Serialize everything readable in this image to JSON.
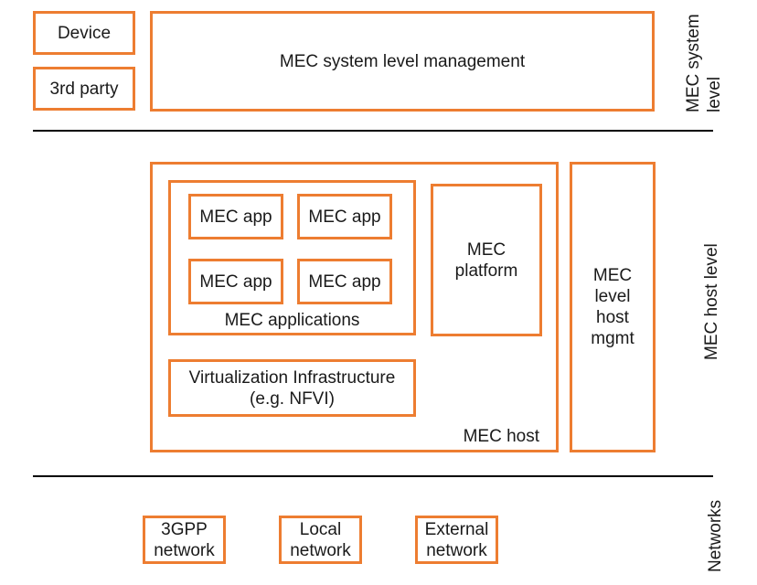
{
  "colors": {
    "accent": "#ED7D31",
    "divider": "#000000",
    "text": "#1A1A1A"
  },
  "system_level": {
    "device_label": "Device",
    "third_party_label": "3rd party",
    "management_label": "MEC system level management",
    "side_label": "MEC system\nlevel"
  },
  "host_level": {
    "apps": [
      "MEC app",
      "MEC app",
      "MEC app",
      "MEC app"
    ],
    "applications_label": "MEC applications",
    "platform_label": "MEC\nplatform",
    "virtualization_label": "Virtualization Infrastructure\n(e.g. NFVI)",
    "host_label": "MEC host",
    "host_mgmt_label": "MEC\nlevel\nhost\nmgmt",
    "side_label": "MEC host level"
  },
  "networks_level": {
    "items": [
      "3GPP\nnetwork",
      "Local\nnetwork",
      "External\nnetwork"
    ],
    "side_label": "Networks"
  }
}
